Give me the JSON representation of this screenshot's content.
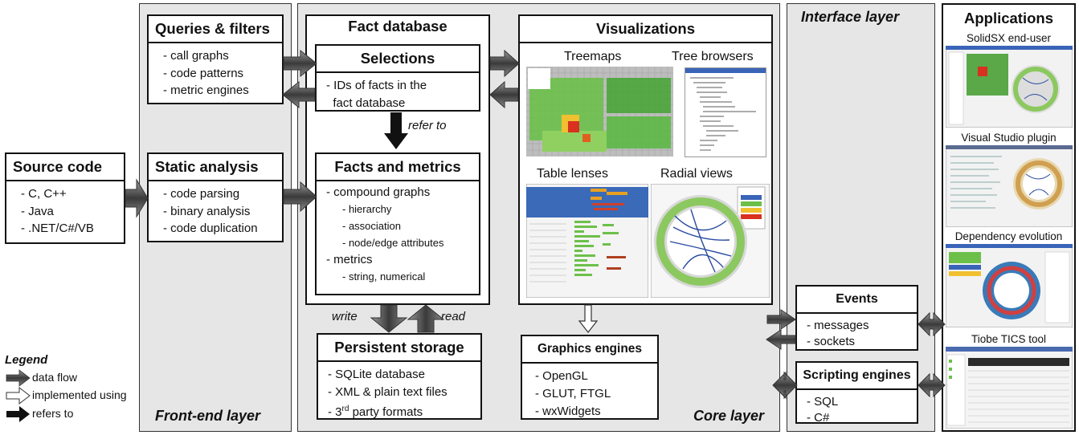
{
  "source": {
    "title": "Source code",
    "items": [
      "- C, C++",
      "- Java",
      "- .NET/C#/VB"
    ]
  },
  "frontend": {
    "label": "Front-end layer",
    "queries": {
      "title": "Queries & filters",
      "items": [
        "- call graphs",
        "- code patterns",
        "- metric engines"
      ]
    },
    "static": {
      "title": "Static analysis",
      "items": [
        "- code parsing",
        "- binary analysis",
        "- code duplication"
      ]
    }
  },
  "core": {
    "label": "Core layer",
    "factdb": {
      "title": "Fact database",
      "selections": {
        "title": "Selections",
        "items": [
          "- IDs of facts in the",
          "  fact database"
        ]
      },
      "refer_to": "refer to",
      "facts": {
        "title": "Facts and metrics",
        "lines": [
          {
            "text": "- compound graphs",
            "sub": false
          },
          {
            "text": "- hierarchy",
            "sub": true
          },
          {
            "text": "- association",
            "sub": true
          },
          {
            "text": "- node/edge attributes",
            "sub": true
          },
          {
            "text": "- metrics",
            "sub": false
          },
          {
            "text": "- string, numerical",
            "sub": true
          }
        ]
      }
    },
    "write": "write",
    "read": "read",
    "storage": {
      "title": "Persistent storage",
      "items": [
        "- SQLite database",
        "- XML & plain text files",
        "- 3rd party formats"
      ]
    },
    "visualizations": {
      "title": "Visualizations",
      "panels": [
        "Treemaps",
        "Tree browsers",
        "Table lenses",
        "Radial views"
      ]
    },
    "graphics": {
      "title": "Graphics engines",
      "items": [
        "- OpenGL",
        "- GLUT, FTGL",
        "- wxWidgets"
      ]
    }
  },
  "interface": {
    "label": "Interface layer",
    "events": {
      "title": "Events",
      "items": [
        "- messages",
        "- sockets"
      ]
    },
    "scripting": {
      "title": "Scripting engines",
      "items": [
        "- SQL",
        "- C#"
      ]
    }
  },
  "applications": {
    "title": "Applications",
    "items": [
      "SolidSX end-user",
      "Visual Studio plugin",
      "Dependency evolution",
      "Tiobe TICS tool"
    ]
  },
  "legend": {
    "title": "Legend",
    "items": [
      "data flow",
      "implemented using",
      "refers to"
    ]
  },
  "colors": {
    "layer_bg": "#e6e6e6",
    "arrow_fill": "#555555",
    "treemap_green": "#6cc04a",
    "treemap_red": "#d93020"
  }
}
